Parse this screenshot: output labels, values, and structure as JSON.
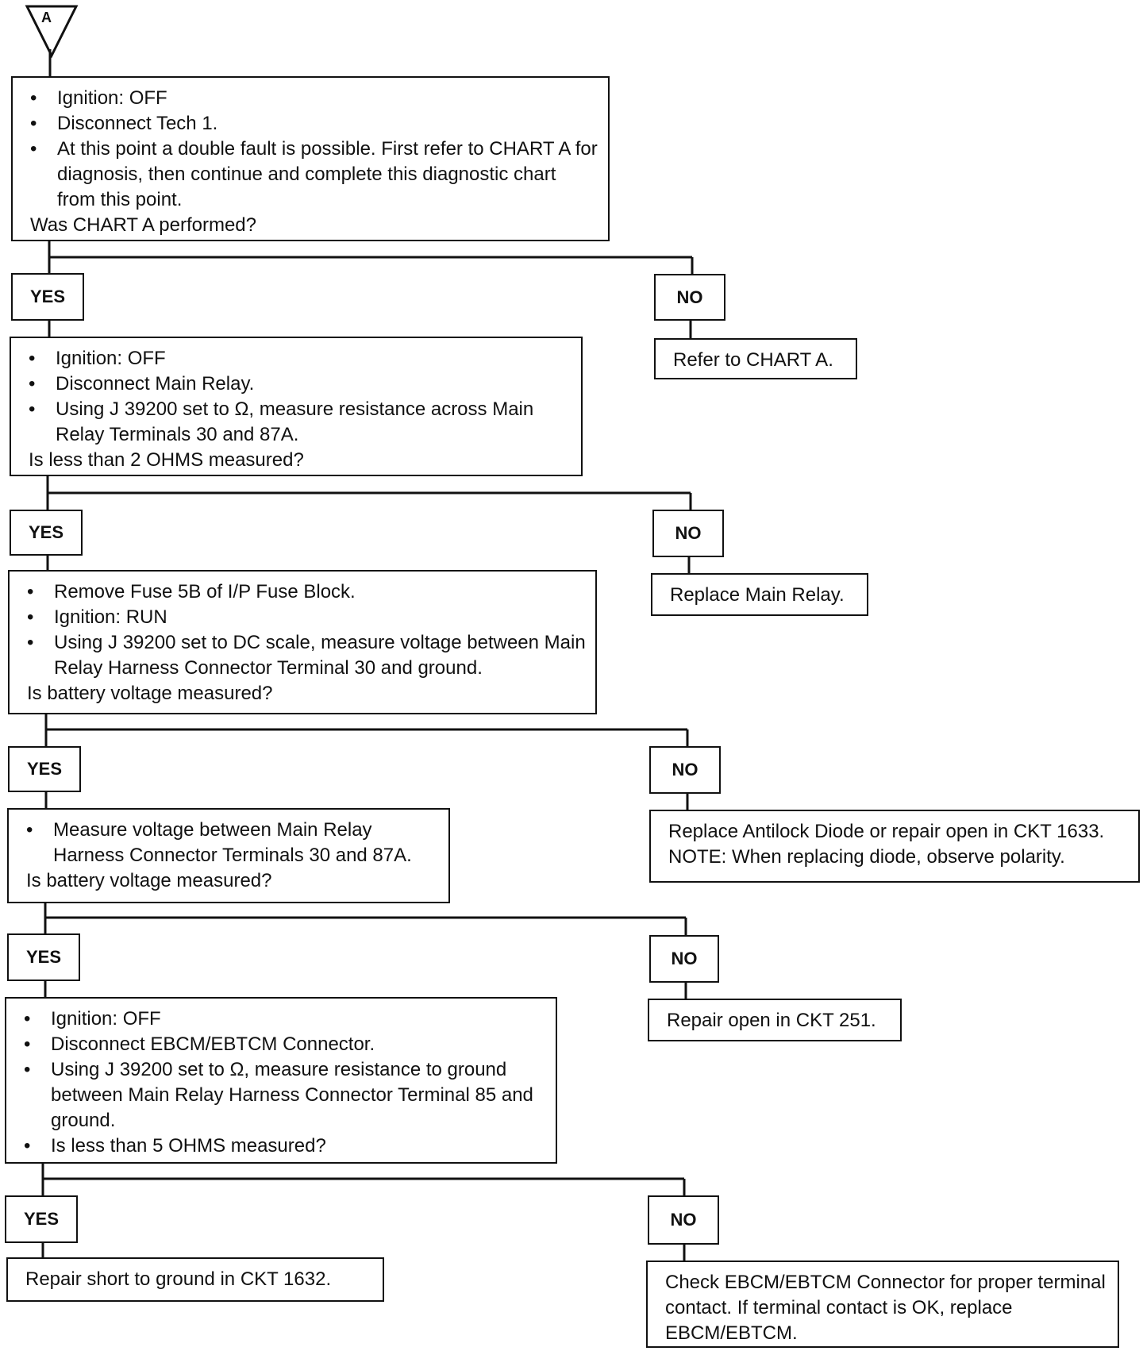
{
  "entry_marker": "A",
  "labels": {
    "yes": "YES",
    "no": "NO"
  },
  "steps": [
    {
      "items": [
        "Ignition:  OFF",
        "Disconnect Tech 1.",
        "At this point a double fault is possible. First refer to CHART A for diagnosis, then continue and complete this diagnostic chart from this point."
      ],
      "question": "Was CHART A performed?",
      "no_result": "Refer to CHART A."
    },
    {
      "items": [
        "Ignition:  OFF",
        "Disconnect Main Relay.",
        "Using J 39200 set to Ω, measure resistance across Main Relay Terminals 30 and 87A."
      ],
      "question": "Is less than 2 OHMS measured?",
      "no_result": "Replace Main Relay."
    },
    {
      "items": [
        "Remove Fuse 5B of I/P Fuse Block.",
        "Ignition:  RUN",
        "Using J 39200 set to DC scale, measure voltage between Main Relay Harness Connector Terminal 30 and ground."
      ],
      "question": "Is battery voltage measured?",
      "no_result": "Replace Antilock Diode or repair open in CKT 1633.\nNOTE:  When replacing diode, observe polarity."
    },
    {
      "items": [
        "Measure voltage between Main Relay Harness Connector Terminals 30 and 87A."
      ],
      "question": "Is battery voltage measured?",
      "no_result": "Repair open in CKT 251."
    },
    {
      "items": [
        "Ignition:  OFF",
        "Disconnect EBCM/EBTCM Connector.",
        "Using J 39200 set to Ω, measure resistance to ground between Main Relay Harness Connector Terminal 85 and ground.",
        "Is less than 5 OHMS measured?"
      ],
      "question": "",
      "yes_result": "Repair short to ground in CKT 1632.",
      "no_result": "Check EBCM/EBTCM Connector for proper terminal contact. If terminal contact is OK, replace EBCM/EBTCM."
    }
  ]
}
